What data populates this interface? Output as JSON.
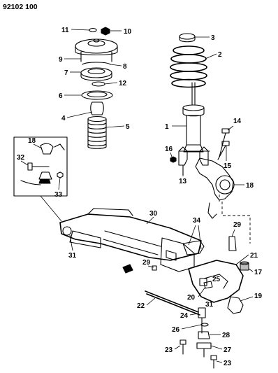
{
  "document_number": "92102 100",
  "callouts": {
    "c1": "1",
    "c2": "2",
    "c3": "3",
    "c4": "4",
    "c5": "5",
    "c6": "6",
    "c7": "7",
    "c8": "8",
    "c9": "9",
    "c10": "10",
    "c11": "11",
    "c12": "12",
    "c13": "13",
    "c14": "14",
    "c15": "15",
    "c16": "16",
    "c17": "17",
    "c18a": "18",
    "c18b": "18",
    "c19": "19",
    "c20": "20",
    "c21": "21",
    "c22": "22",
    "c23a": "23",
    "c23b": "23",
    "c24": "24",
    "c25": "25",
    "c26": "26",
    "c27": "27",
    "c28": "28",
    "c29a": "29",
    "c29b": "29",
    "c30": "30",
    "c31a": "31",
    "c31b": "31",
    "c32": "32",
    "c33": "33",
    "c34": "34"
  }
}
